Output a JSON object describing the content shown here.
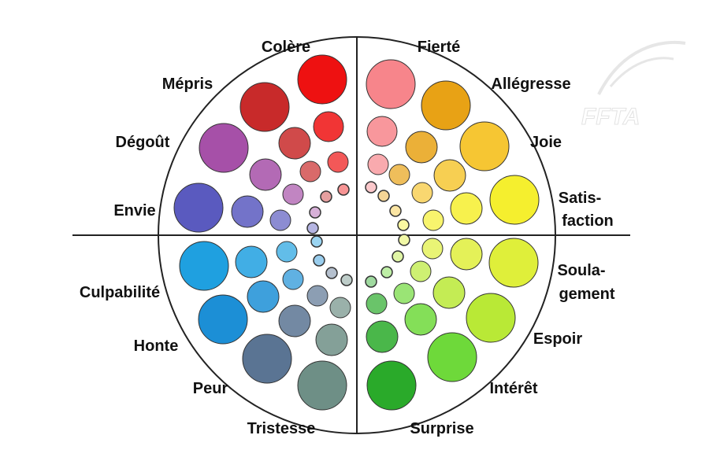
{
  "logo": {
    "text": "FFTA"
  },
  "labels": {
    "colere": "Colère",
    "mepris": "Mépris",
    "degout": "Dégoût",
    "envie": "Envie",
    "culpabilite": "Culpabilité",
    "honte": "Honte",
    "peur": "Peur",
    "tristesse": "Tristesse",
    "fierte": "Fierté",
    "allegresse": "Allégresse",
    "joie": "Joie",
    "satisfaction_1": "Satis-",
    "satisfaction_2": "faction",
    "soulagement_1": "Soula-",
    "soulagement_2": "gement",
    "espoir": "Espoir",
    "interet": "Intérêt",
    "surprise": "Surprise"
  },
  "emotions": [
    {
      "id": "colere",
      "color": "#ee1111"
    },
    {
      "id": "mepris",
      "color": "#c82a2a"
    },
    {
      "id": "degout",
      "color": "#a650a8"
    },
    {
      "id": "envie",
      "color": "#5a5abf"
    },
    {
      "id": "culpabilite",
      "color": "#1fa0e0"
    },
    {
      "id": "honte",
      "color": "#1c8fd6"
    },
    {
      "id": "peur",
      "color": "#5a7493"
    },
    {
      "id": "tristesse",
      "color": "#6e8f86"
    },
    {
      "id": "fierte",
      "color": "#f7858b"
    },
    {
      "id": "allegresse",
      "color": "#e8a215"
    },
    {
      "id": "joie",
      "color": "#f6c633"
    },
    {
      "id": "satisfaction",
      "color": "#f5ef2e"
    },
    {
      "id": "soulagement",
      "color": "#dfef3a"
    },
    {
      "id": "espoir",
      "color": "#b9e936"
    },
    {
      "id": "interet",
      "color": "#6ed93a"
    },
    {
      "id": "surprise",
      "color": "#2aaa2a"
    }
  ]
}
